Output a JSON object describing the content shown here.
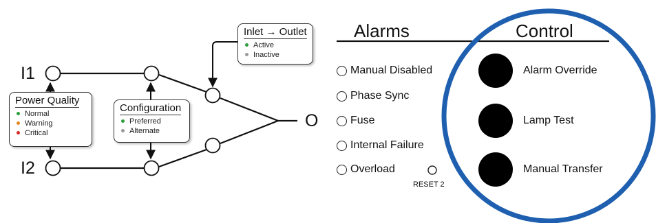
{
  "diagram": {
    "inputs": {
      "i1": "I1",
      "i2": "I2"
    },
    "output": "O",
    "power_quality": {
      "title": "Power Quality",
      "items": [
        {
          "label": "Normal",
          "color": "#2e9e3b"
        },
        {
          "label": "Warning",
          "color": "#e38a1f"
        },
        {
          "label": "Critical",
          "color": "#d62a2a"
        }
      ]
    },
    "configuration": {
      "title": "Configuration",
      "items": [
        {
          "label": "Preferred",
          "color": "#2e9e3b"
        },
        {
          "label": "Alternate",
          "color": "#999999"
        }
      ]
    },
    "inlet_outlet": {
      "title": "Inlet → Outlet",
      "items": [
        {
          "label": "Active",
          "color": "#2e9e3b"
        },
        {
          "label": "Inactive",
          "color": "#999999"
        }
      ]
    }
  },
  "alarms": {
    "heading": "Alarms",
    "items": [
      "Manual Disabled",
      "Phase Sync",
      "Fuse",
      "Internal Failure",
      "Overload"
    ],
    "reset_label": "RESET 2"
  },
  "control": {
    "heading": "Control",
    "buttons": [
      "Alarm Override",
      "Lamp Test",
      "Manual Transfer"
    ],
    "ring_color": "#1f5fb0"
  }
}
